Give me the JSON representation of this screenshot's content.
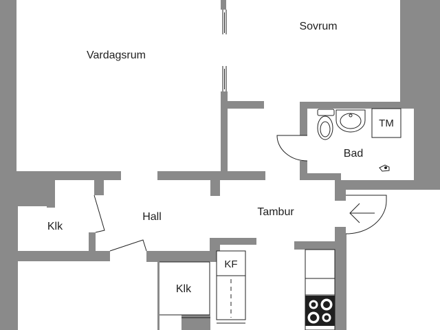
{
  "plan": {
    "rooms": {
      "vardagsrum": "Vardagsrum",
      "sovrum": "Sovrum",
      "bad": "Bad",
      "hall": "Hall",
      "tambur": "Tambur",
      "klk_left": "Klk",
      "klk_center": "Klk"
    },
    "fixtures": {
      "tm": "TM",
      "kf": "KF"
    },
    "colors": {
      "wall": "#8a8a8a",
      "line": "#1f1f1f",
      "background": "#ffffff"
    },
    "icons": [
      "toilet-icon",
      "sink-icon",
      "faucet-icon",
      "stove-icon",
      "entrance-arrow-icon"
    ]
  }
}
